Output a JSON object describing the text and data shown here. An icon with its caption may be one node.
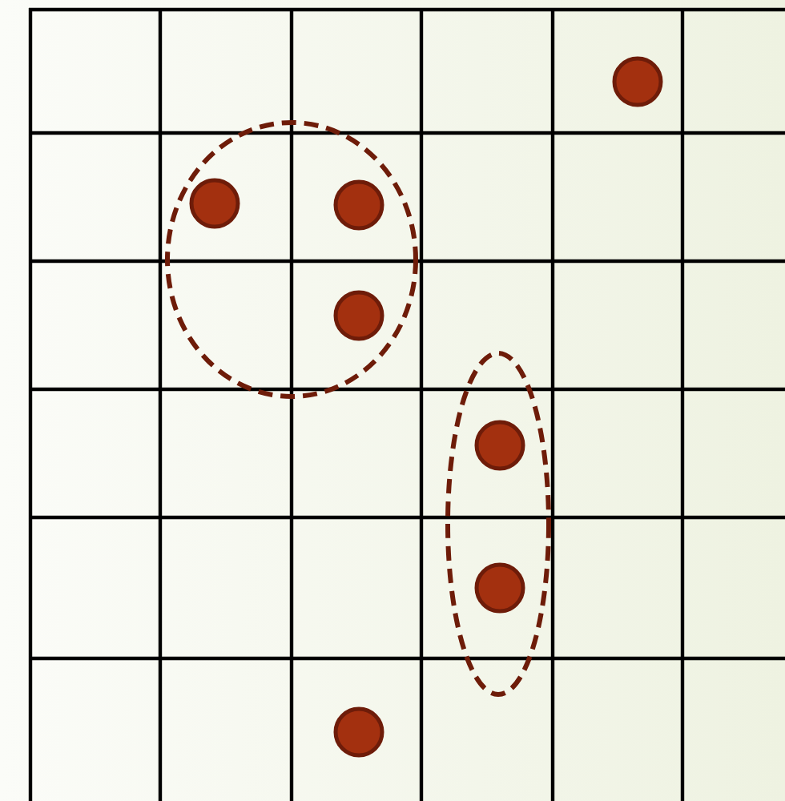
{
  "diagram": {
    "nodes": [
      {
        "text": [],
        "shape": "circle"
      },
      {
        "text": [],
        "shape": "ellipse"
      },
      {
        "text": [],
        "shape": "circle",
        "in": 1
      },
      {
        "text": [],
        "shape": "circle",
        "in": 1
      },
      {
        "text": [],
        "shape": "circle",
        "in": 1
      },
      {
        "text": [],
        "shape": "ellipse"
      },
      {
        "text": [],
        "shape": "circle",
        "in": 5
      },
      {
        "text": [],
        "shape": "circle",
        "in": 5
      },
      {
        "text": [],
        "shape": "circle"
      }
    ]
  }
}
